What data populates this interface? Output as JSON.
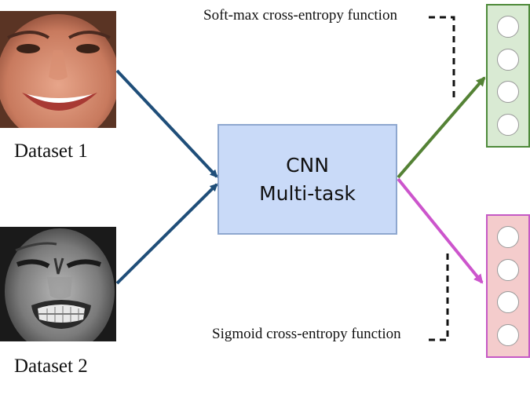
{
  "inputs": [
    {
      "caption": "Dataset 1"
    },
    {
      "caption": "Dataset 2"
    }
  ],
  "model": {
    "line1": "CNN",
    "line2": "Multi-task"
  },
  "outputs": [
    {
      "loss_label": "Soft-max cross-entropy function",
      "color": "#548235",
      "fill": "#d9ead3",
      "nodes": 4
    },
    {
      "loss_label": "Sigmoid cross-entropy function",
      "color": "#cc55cc",
      "fill": "#f4cccc",
      "nodes": 4
    }
  ],
  "colors": {
    "input_arrow": "#1f4e79",
    "cnn_fill": "#c9daf8"
  }
}
